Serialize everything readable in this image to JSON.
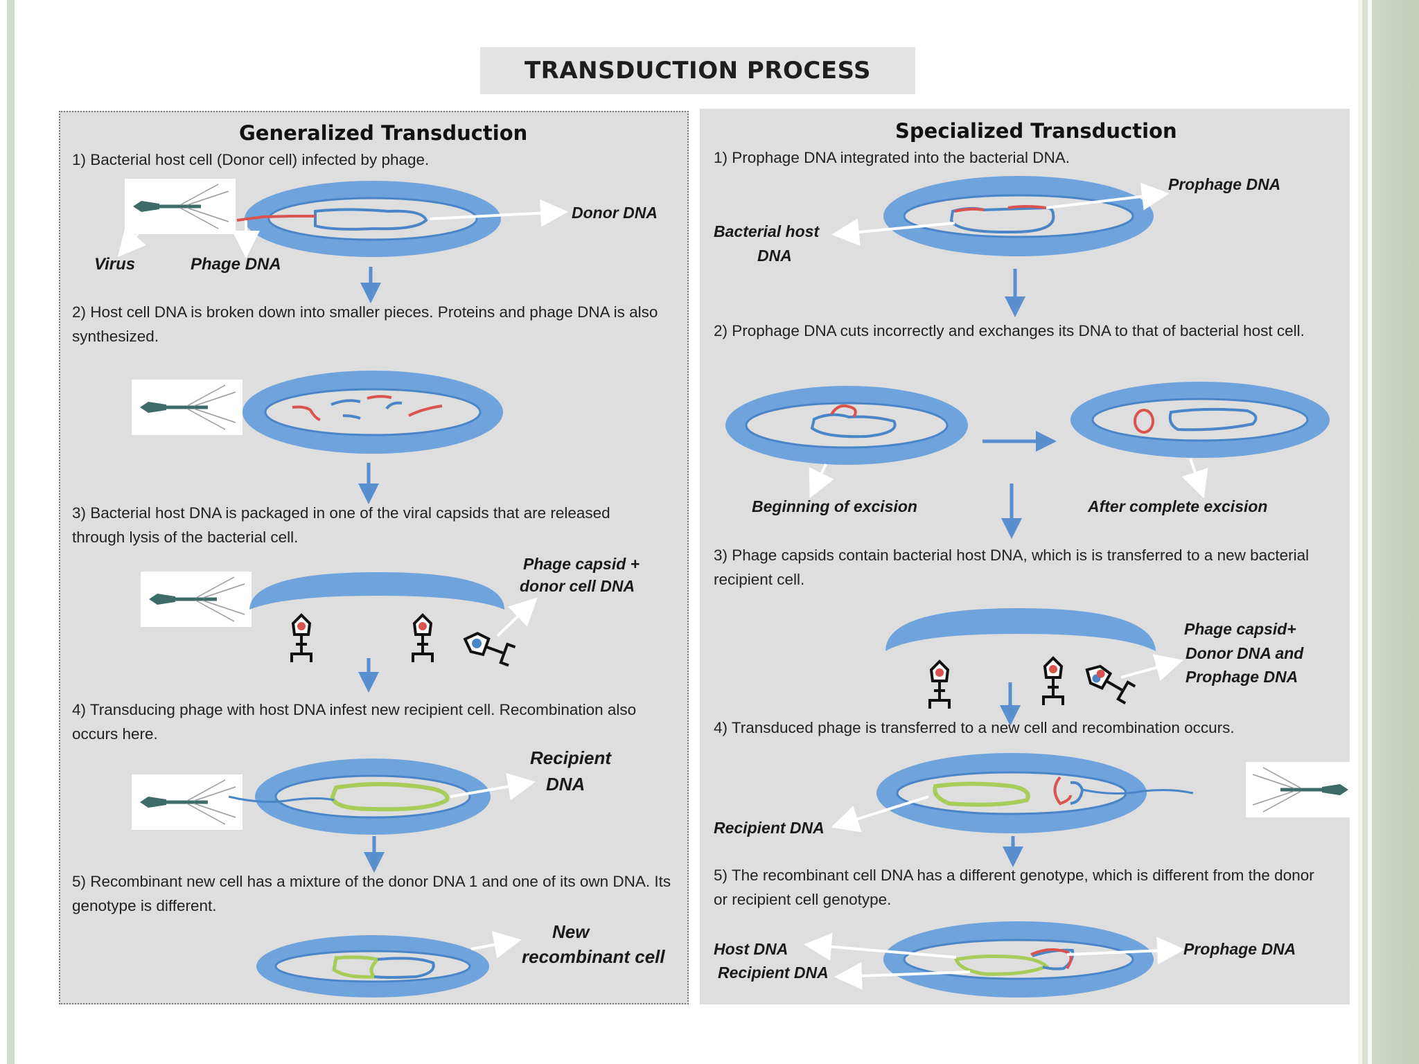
{
  "title": "TRANSDUCTION PROCESS",
  "generalized": {
    "heading": "Generalized Transduction",
    "steps": [
      "1) Bacterial host cell (Donor cell) infected by phage.",
      "2) Host cell DNA is broken down into smaller pieces. Proteins and phage DNA is also synthesized.",
      "3) Bacterial host DNA is packaged in one of the viral capsids that are released through lysis of the bacterial cell.",
      "4) Transducing phage with host DNA infest new recipient  cell. Recombination also occurs here.",
      "5) Recombinant new cell has a mixture of the donor DNA 1 and one of its own DNA. Its genotype is different."
    ],
    "labels": {
      "donor_dna": "Donor DNA",
      "virus": "Virus",
      "phage_dna": "Phage DNA",
      "phage_capsid_1": "Phage capsid +",
      "phage_capsid_2": "donor cell DNA",
      "recipient_dna_1": "Recipient",
      "recipient_dna_2": "DNA",
      "new_recombinant_1": "New",
      "new_recombinant_2": "recombinant cell"
    }
  },
  "specialized": {
    "heading": "Specialized Transduction",
    "steps": [
      "1) Prophage DNA integrated into the bacterial DNA.",
      "2)  Prophage DNA cuts incorrectly and exchanges its DNA to that of bacterial host cell.",
      "3) Phage capsids contain bacterial host DNA, which is is transferred to a new bacterial recipient cell.",
      "4) Transduced phage is transferred to a new cell and recombination occurs.",
      "5) The recombinant cell DNA has a different genotype, which is different from the donor or recipient cell genotype."
    ],
    "labels": {
      "prophage_dna": "Prophage DNA",
      "bacterial_host_1": "Bacterial host",
      "bacterial_host_2": "DNA",
      "beginning_excision": "Beginning of excision",
      "after_excision": "After complete excision",
      "phage_capsid_1": "Phage capsid+",
      "phage_capsid_2": "Donor DNA and",
      "phage_capsid_3": "Prophage DNA",
      "recipient_dna": "Recipient DNA",
      "host_dna": "Host DNA",
      "recipient_dna_2": "Recipient DNA",
      "prophage_dna_2": "Prophage DNA"
    }
  },
  "colors": {
    "cell": "#6fa3dc",
    "cell_inner": "#dedede",
    "dna_blue": "#4a86c7",
    "dna_red": "#d9534f",
    "dna_green": "#a8cc5a",
    "arrow": "#5a8fcf",
    "phage": "#3c6b68"
  }
}
